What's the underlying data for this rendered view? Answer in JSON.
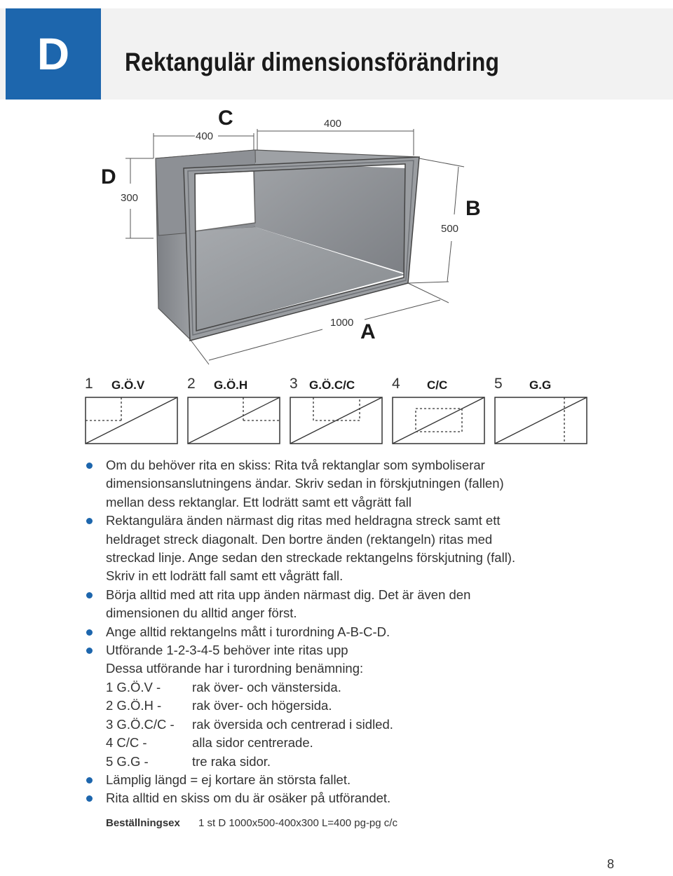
{
  "header": {
    "section_letter": "D",
    "title": "Rektangulär dimensionsförändring"
  },
  "diagram": {
    "letters": {
      "a": "A",
      "b": "B",
      "c": "C",
      "d": "D"
    },
    "dims": {
      "c_width": "400",
      "length_top": "400",
      "d_height": "300",
      "b_height": "500",
      "a_length": "1000"
    }
  },
  "variants": [
    {
      "num": "1",
      "code": "G.Ö.V"
    },
    {
      "num": "2",
      "code": "G.Ö.H"
    },
    {
      "num": "3",
      "code": "G.Ö.C/C"
    },
    {
      "num": "4",
      "code": "C/C"
    },
    {
      "num": "5",
      "code": "G.G"
    }
  ],
  "bullets": {
    "b1": [
      "Om du behöver rita en skiss: Rita två rektanglar som symboliserar",
      "dimensionsanslutningens ändar. Skriv sedan in förskjutningen (fallen)",
      "mellan dess rektanglar. Ett lodrätt samt ett vågrätt fall"
    ],
    "b2": [
      "Rektangulära änden närmast dig ritas med heldragna streck samt ett",
      "heldraget streck diagonalt. Den bortre änden (rektangeln) ritas med",
      "streckad linje. Ange sedan den streckade rektangelns förskjutning (fall).",
      "Skriv in ett lodrätt fall samt ett vågrätt fall."
    ],
    "b3": [
      "Börja alltid med att rita upp änden närmast dig. Det är även den",
      "dimensionen du alltid anger först."
    ],
    "b4": [
      "Ange alltid rektangelns mått i turordning A-B-C-D."
    ],
    "b5_lines": [
      "Utförande 1-2-3-4-5 behöver inte ritas upp",
      "Dessa utförande har i turordning benämning:"
    ],
    "legend": [
      {
        "code": "1 G.Ö.V -",
        "text": "rak över- och vänstersida."
      },
      {
        "code": "2 G.Ö.H -",
        "text": "rak över- och högersida."
      },
      {
        "code": "3 G.Ö.C/C -",
        "text": "rak översida och centrerad i sidled."
      },
      {
        "code": "4 C/C -",
        "text": "alla sidor centrerade."
      },
      {
        "code": "5 G.G -",
        "text": "tre raka sidor."
      }
    ],
    "b6": [
      "Lämplig längd = ej kortare än största fallet."
    ],
    "b7": [
      "Rita alltid en skiss om du är osäker på utförandet."
    ]
  },
  "order_example": {
    "label": "Beställningsex",
    "value": "1 st D 1000x500-400x300 L=400 pg-pg c/c"
  },
  "page_number": "8",
  "colors": {
    "accent": "#1d66ad",
    "duct_gray": "#8a8d91",
    "header_band": "#f2f2f2"
  }
}
